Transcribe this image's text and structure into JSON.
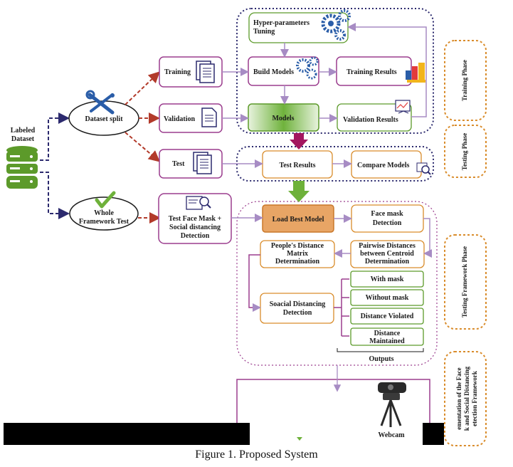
{
  "dataset": {
    "line1": "Labeled",
    "line2": "Dataset"
  },
  "split": {
    "label": "Dataset split"
  },
  "whole": {
    "line1": "Whole",
    "line2": "Framework Test"
  },
  "training": {
    "label": "Training"
  },
  "validation": {
    "label": "Validation"
  },
  "test": {
    "label": "Test"
  },
  "test_face": {
    "line1": "Test Face Mask +",
    "line2": "Social distancing",
    "line3": "Detection"
  },
  "hyper": {
    "line1": "Hyper-parameters",
    "line2": "Tuning"
  },
  "build_models": {
    "label": "Build Models"
  },
  "training_results": {
    "label": "Training Results"
  },
  "models": {
    "label": "Models"
  },
  "validation_results": {
    "label": "Validation Results"
  },
  "test_results": {
    "label": "Test Results"
  },
  "compare_models": {
    "label": "Compare Models"
  },
  "load_best": {
    "label": "Load Best Model"
  },
  "face_mask_detection": {
    "line1": "Face mask",
    "line2": "Detection"
  },
  "pairwise": {
    "line1": "Pairwise Distances",
    "line2": "between Centroid",
    "line3": "Determination"
  },
  "peoples_distance": {
    "line1": "People's Distance",
    "line2": "Matrix",
    "line3": "Determination"
  },
  "social_distancing": {
    "line1": "Soacial Distancing",
    "line2": "Detection"
  },
  "outputs": {
    "with_mask": "With mask",
    "without_mask": "Without mask",
    "distance_violated": "Distance Violated",
    "distance_maintained_1": "Distance",
    "distance_maintained_2": "Maintained",
    "label": "Outputs"
  },
  "webcam": {
    "label": "Webcam"
  },
  "phases": {
    "training": "Training Phase",
    "testing": "Testing Phase",
    "testing_framework": "Testing Framework Phase",
    "implementation_1": "ementation of the Face",
    "implementation_2": "k and Social Distancing",
    "implementation_3": "etection Framework"
  },
  "caption": "Figure 1. Proposed System",
  "colors": {
    "navy": "#2c2a6e",
    "red_dashed": "#b23a2a",
    "purple": "#9b3d8e",
    "green": "#5c9a2a",
    "lavender": "#a78cc4",
    "orange": "#d98c2b",
    "load_fill": "#e8a565",
    "models_fill": "#6fb23c",
    "green_arrow": "#6eb13a",
    "magenta_arrow": "#a3165f"
  }
}
